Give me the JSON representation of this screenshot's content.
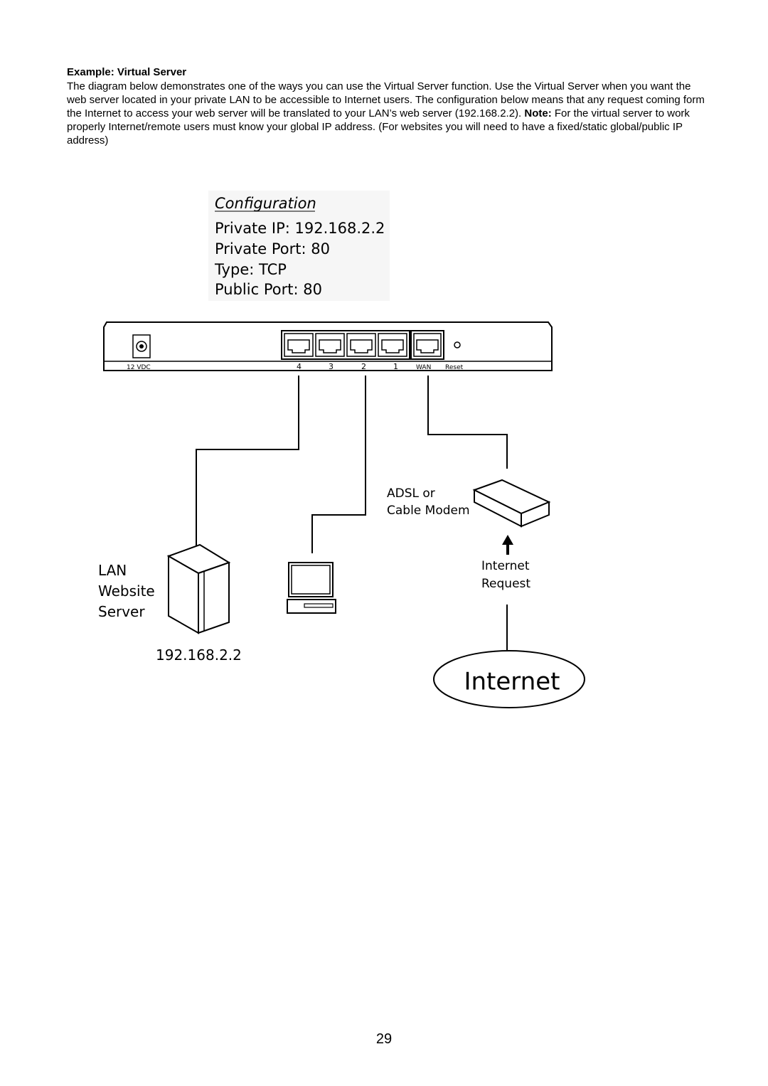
{
  "heading": "Example: Virtual Server",
  "paragraph": {
    "before_note": "The diagram below demonstrates one of the ways you can use the Virtual Server function. Use the Virtual Server when you want the web server located in your private LAN to be accessible to Internet users. The configuration below means that any request coming form the Internet to access your web server will be translated to your LAN’s web server (192.168.2.2). ",
    "note_label": "Note:",
    "after_note": " For the virtual server to work properly Internet/remote users must know your global IP address. (For websites you will need to have a fixed/static global/public IP address)"
  },
  "diagram": {
    "configuration": {
      "title": "Configuration",
      "private_ip": "Private IP: 192.168.2.2",
      "private_port": "Private Port: 80",
      "type": "Type: TCP",
      "public_port": "Public Port: 80"
    },
    "router": {
      "power_label": "12 VDC",
      "port_4": "4",
      "port_3": "3",
      "port_2": "2",
      "port_1": "1",
      "wan_label": "WAN",
      "reset_label": "Reset"
    },
    "modem_label_line1": "ADSL or",
    "modem_label_line2": "Cable Modem",
    "server_label_line1": "LAN",
    "server_label_line2": "Website",
    "server_label_line3": "Server",
    "server_ip": "192.168.2.2",
    "request_label_line1": "Internet",
    "request_label_line2": "Request",
    "internet_label": "Internet"
  },
  "page_number": "29"
}
